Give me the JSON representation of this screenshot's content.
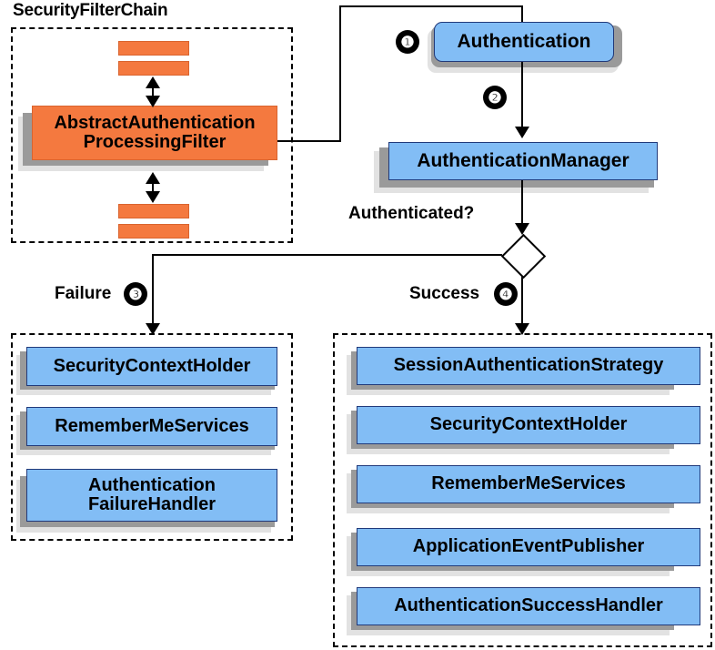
{
  "diagram": {
    "title_text": "SecurityFilterChain",
    "colors": {
      "node_blue": "#82BDF5",
      "node_orange": "#F4793F",
      "node_border_blue": "#213A7A",
      "shadow_dark": "#9A9A9A",
      "shadow_light": "#E2E2E2",
      "stroke": "#000000",
      "background": "#FFFFFF"
    }
  },
  "filter_chain": {
    "title": "SecurityFilterChain",
    "main_filter": "AbstractAuthentication\nProcessingFilter",
    "main_filter_line1": "AbstractAuthentication",
    "main_filter_line2": "ProcessingFilter"
  },
  "flow": {
    "authentication_label": "Authentication",
    "authentication_manager_label": "AuthenticationManager",
    "decision_label": "Authenticated?",
    "failure_label": "Failure",
    "success_label": "Success",
    "badges": {
      "step1": "❶",
      "step2": "❷",
      "step3": "❸",
      "step4": "❹"
    }
  },
  "failure_branch": {
    "label": "Failure",
    "badge": "❸",
    "items": [
      {
        "label": "SecurityContextHolder"
      },
      {
        "label": "RememberMeServices"
      },
      {
        "label_line1": "Authentication",
        "label_line2": "FailureHandler"
      }
    ]
  },
  "success_branch": {
    "label": "Success",
    "badge": "❹",
    "items": [
      {
        "label": "SessionAuthenticationStrategy"
      },
      {
        "label": "SecurityContextHolder"
      },
      {
        "label": "RememberMeServices"
      },
      {
        "label": "ApplicationEventPublisher"
      },
      {
        "label": "AuthenticationSuccessHandler"
      }
    ]
  }
}
